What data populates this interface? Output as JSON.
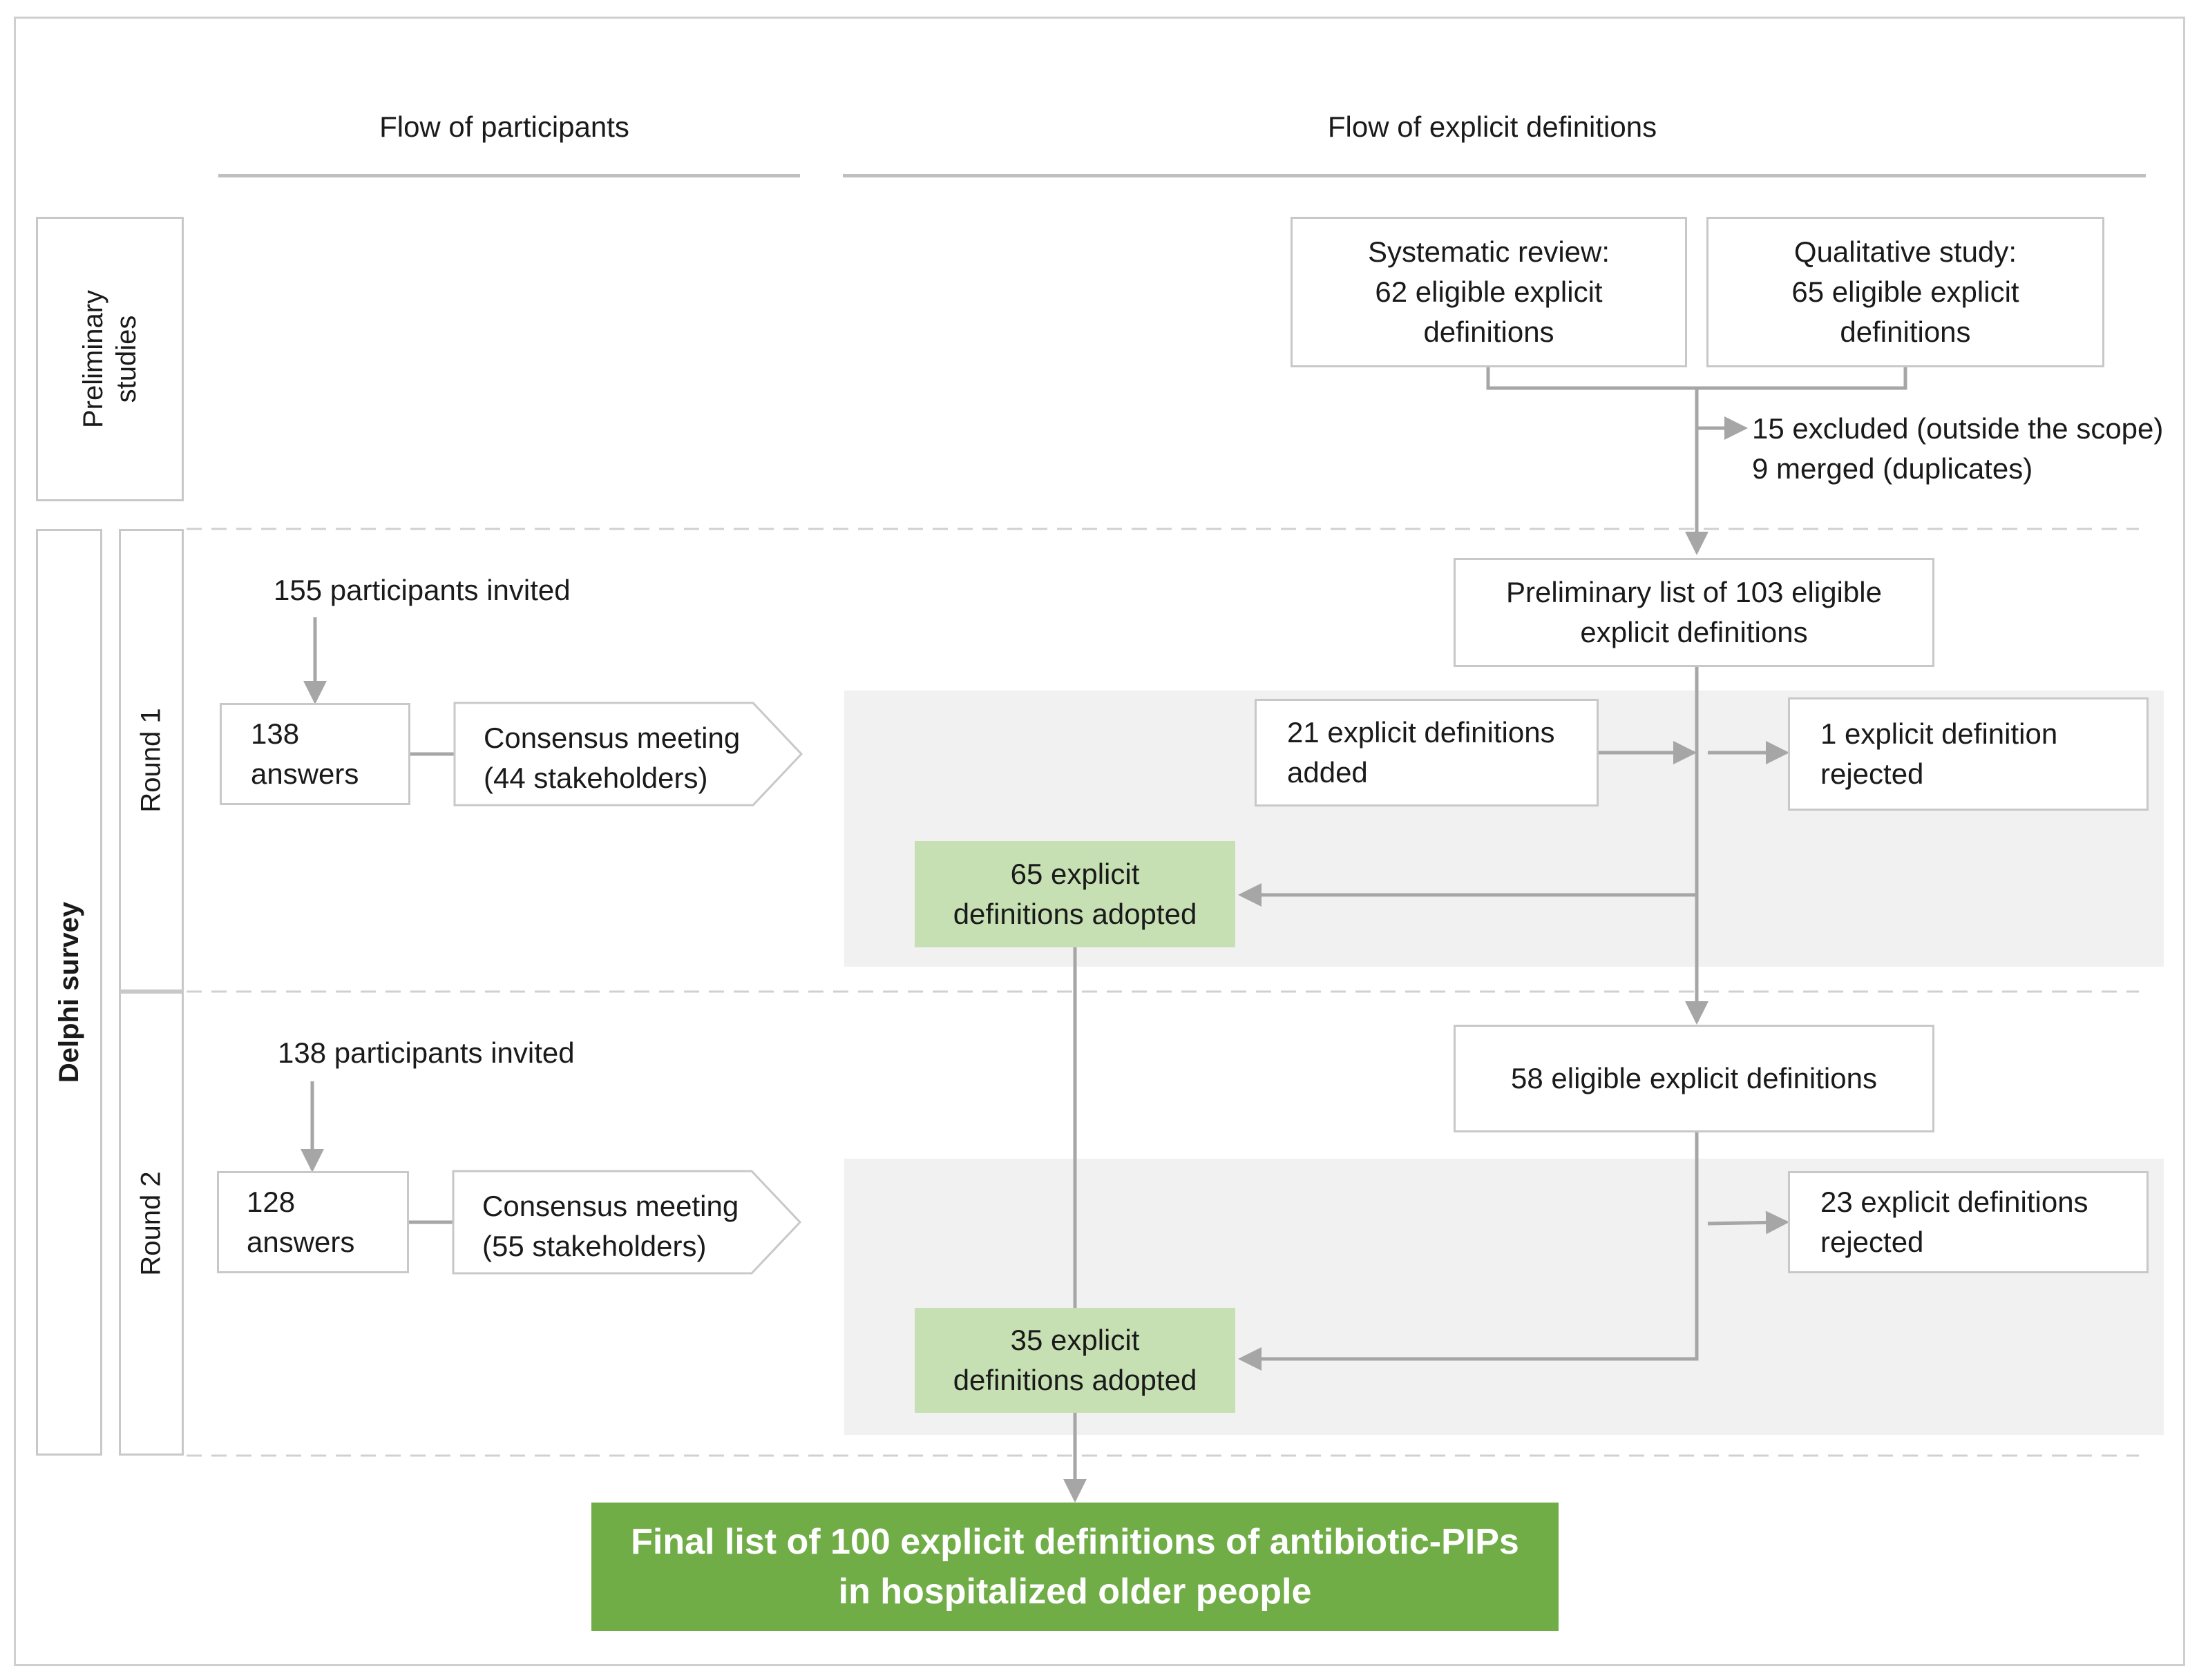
{
  "headers": {
    "participants": "Flow of participants",
    "definitions": "Flow of explicit definitions"
  },
  "side_labels": {
    "preliminary": "Preliminary\nstudies",
    "delphi": "Delphi survey",
    "round1": "Round 1",
    "round2": "Round 2"
  },
  "preliminary": {
    "systematic_review": "Systematic review:\n62 eligible explicit\ndefinitions",
    "qualitative_study": "Qualitative study:\n65 eligible explicit\ndefinitions",
    "excluded_note": "15 excluded (outside the scope)\n9 merged (duplicates)"
  },
  "round1": {
    "invited": "155 participants invited",
    "answers": "138\nanswers",
    "consensus": "Consensus meeting\n(44 stakeholders)",
    "preliminary_list": "Preliminary list of 103 eligible\nexplicit definitions",
    "added": "21 explicit definitions\nadded",
    "rejected": "1 explicit definition\nrejected",
    "adopted": "65 explicit\ndefinitions adopted"
  },
  "round2": {
    "invited": "138 participants invited",
    "answers": "128\nanswers",
    "consensus": "Consensus meeting\n(55 stakeholders)",
    "eligible": "58 eligible explicit definitions",
    "rejected": "23 explicit definitions\nrejected",
    "adopted": "35 explicit\ndefinitions adopted"
  },
  "final": "Final list of 100 explicit definitions of antibiotic-PIPs\nin hospitalized older people"
}
